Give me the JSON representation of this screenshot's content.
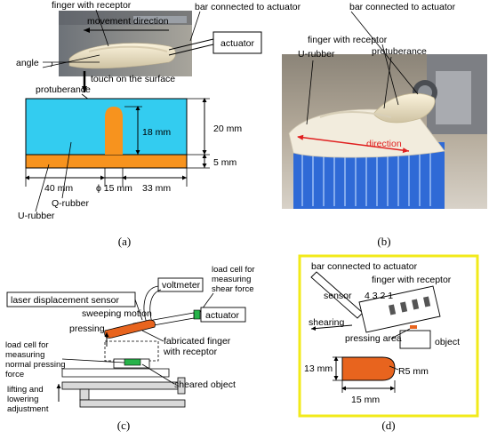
{
  "panel_a": {
    "finger_label": "finger with receptor",
    "movement_label": "movement direction",
    "bar_label": "bar connected to actuator",
    "actuator_label": "actuator",
    "angle_label": "angle",
    "touch_label": "touch on the surface",
    "protuberance_label": "protuberance",
    "dim_18": "18 mm",
    "dim_20": "20 mm",
    "dim_5": "5 mm",
    "dim_40": "40 mm",
    "dim_15": "ϕ 15 mm",
    "dim_33": "33 mm",
    "q_rubber": "Q-rubber",
    "u_rubber": "U-rubber",
    "caption": "(a)",
    "colors": {
      "q_rubber": "#33ccf0",
      "u_rubber": "#f7931e",
      "border": "#000000"
    }
  },
  "panel_b": {
    "bar_label": "bar connected to actuator",
    "finger_label": "finger with receptor",
    "protuberance_label": "protuberance",
    "u_rubber": "U-rubber",
    "direction_label": "direction",
    "caption": "(b)"
  },
  "panel_c": {
    "laser_label": "laser displacement sensor",
    "voltmeter_label": "voltmeter",
    "load_cell_shear": "load cell for measuring shear force",
    "sweeping_label": "sweeping motion",
    "actuator_label": "actuator",
    "pressing_label": "pressing",
    "load_cell_normal": "load cell for measuring normal pressing force",
    "fabricated_label": "fabricated finger with receptor",
    "lifting_label": "lifting and lowering adjustment",
    "sheared_label": "sheared object",
    "caption": "(c)",
    "colors": {
      "finger": "#e8641e",
      "load_cell": "#27b34a"
    }
  },
  "panel_d": {
    "bar_label": "bar connected to actuator",
    "finger_label": "finger with receptor",
    "sensor_label": "sensor",
    "sensor_numbers": "4 3 2 1",
    "shearing_label": "shearing",
    "pressing_area": "pressing area",
    "object_label": "object",
    "dim_13": "13 mm",
    "dim_r5": "R5 mm",
    "dim_15": "15 mm",
    "caption": "(d)",
    "colors": {
      "frame": "#f2ea1a",
      "tip": "#e8641e"
    }
  }
}
